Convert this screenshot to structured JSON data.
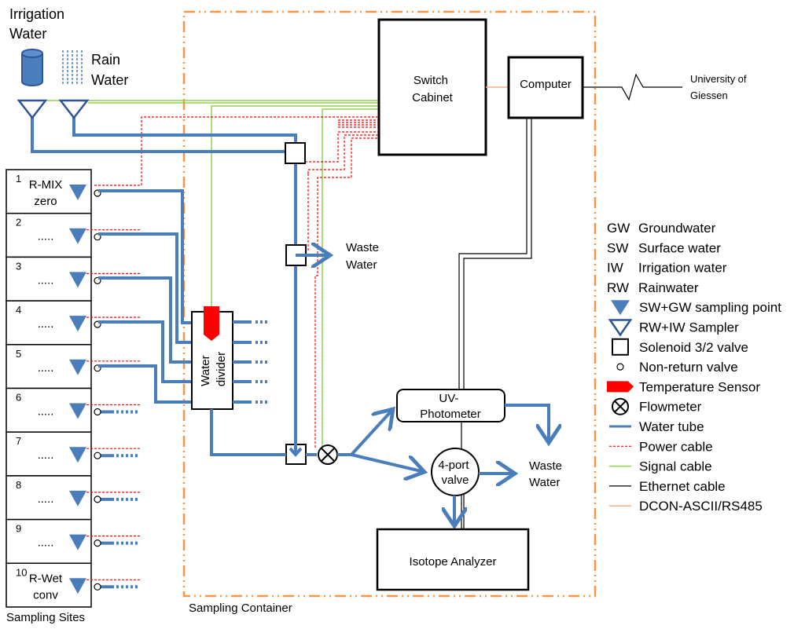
{
  "sources": {
    "irrigation_water": [
      "Irrigation",
      "Water"
    ],
    "rain_water": [
      "Rain",
      "Water"
    ]
  },
  "sampling_sites": {
    "caption": "Sampling Sites",
    "sites": [
      {
        "number": "1",
        "label": [
          "R-MIX",
          "zero"
        ]
      },
      {
        "number": "2",
        "label": [
          ".....",
          ""
        ]
      },
      {
        "number": "3",
        "label": [
          ".....",
          ""
        ]
      },
      {
        "number": "4",
        "label": [
          ".....",
          ""
        ]
      },
      {
        "number": "5",
        "label": [
          ".....",
          ""
        ]
      },
      {
        "number": "6",
        "label": [
          ".....",
          ""
        ]
      },
      {
        "number": "7",
        "label": [
          ".....",
          ""
        ]
      },
      {
        "number": "8",
        "label": [
          ".....",
          ""
        ]
      },
      {
        "number": "9",
        "label": [
          ".....",
          ""
        ]
      },
      {
        "number": "10",
        "label": [
          "R-Wet",
          "conv"
        ]
      }
    ]
  },
  "container": {
    "caption": "Sampling Container",
    "switch_cabinet": [
      "Switch",
      "Cabinet"
    ],
    "computer": "Computer",
    "water_divider": [
      "Water",
      "divider"
    ],
    "waste_water_1": [
      "Waste",
      "Water"
    ],
    "waste_water_2": [
      "Waste",
      "Water"
    ],
    "uv_photometer": [
      "UV-",
      "Photometer"
    ],
    "four_port_valve": [
      "4-port",
      "valve"
    ],
    "isotope_analyzer": "Isotope  Analyzer"
  },
  "remote": [
    "University of",
    "Giessen"
  ],
  "legend": {
    "abbreviations": [
      {
        "abbr": "GW",
        "text": "Groundwater"
      },
      {
        "abbr": "SW",
        "text": "Surface water"
      },
      {
        "abbr": "IW",
        "text": "Irrigation water"
      },
      {
        "abbr": "RW",
        "text": "Rainwater"
      }
    ],
    "symbols": [
      {
        "icon": "filled-triangle-icon",
        "text": "SW+GW sampling point"
      },
      {
        "icon": "open-triangle-icon",
        "text": "RW+IW Sampler"
      },
      {
        "icon": "square-icon",
        "text": "Solenoid 3/2 valve"
      },
      {
        "icon": "small-circle-icon",
        "text": "Non-return valve"
      },
      {
        "icon": "red-pentagon-icon",
        "text": "Temperature Sensor"
      },
      {
        "icon": "circle-x-icon",
        "text": "Flowmeter"
      },
      {
        "icon": "blue-line-icon",
        "text": "Water tube"
      },
      {
        "icon": "red-dashed-line-icon",
        "text": "Power cable"
      },
      {
        "icon": "green-line-icon",
        "text": "Signal cable"
      },
      {
        "icon": "black-line-icon",
        "text": "Ethernet cable"
      },
      {
        "icon": "orange-line-icon",
        "text": "DCON-ASCII/RS485"
      }
    ]
  },
  "colors": {
    "water_tube": "#4a7ebb",
    "power_cable": "#ff0000",
    "signal_cable": "#92d050",
    "ethernet_cable": "#000000",
    "rs485_cable": "#f4b183",
    "container_border": "#f79646",
    "temperature_sensor": "#ff0000"
  }
}
